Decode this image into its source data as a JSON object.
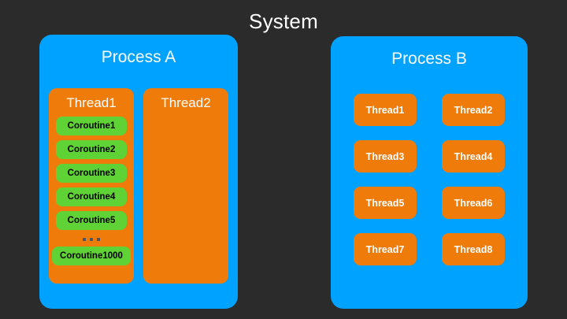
{
  "diagram": {
    "title": "System",
    "background_color": "#2b2b2b",
    "colors": {
      "process": "#00a2ff",
      "thread": "#ee7b0a",
      "coroutine": "#5fd235",
      "title_text": "#ffffff",
      "coroutine_text": "#000000"
    }
  },
  "process_a": {
    "title": "Process A",
    "threads": [
      {
        "label": "Thread1",
        "coroutines": [
          "Coroutine1",
          "Coroutine2",
          "Coroutine3",
          "Coroutine4",
          "Coroutine5"
        ],
        "ellipsis": "...",
        "last_coroutine": "Coroutine1000"
      },
      {
        "label": "Thread2",
        "coroutines": []
      }
    ]
  },
  "process_b": {
    "title": "Process B",
    "threads": [
      "Thread1",
      "Thread2",
      "Thread3",
      "Thread4",
      "Thread5",
      "Thread6",
      "Thread7",
      "Thread8"
    ]
  }
}
